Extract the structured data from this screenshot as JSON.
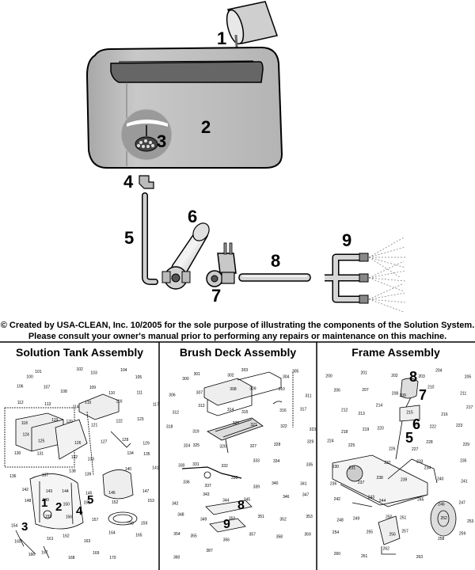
{
  "callouts": {
    "n1": "1",
    "n2": "2",
    "n3": "3",
    "n4": "4",
    "n5": "5",
    "n6": "6",
    "n7": "7",
    "n8": "8",
    "n9": "9"
  },
  "copyright": {
    "line1": "© Created by USA-CLEAN, Inc. 10/2005 for the sole purpose of illustrating the components of the Solution System.",
    "line2": "Please consult your owner's manual prior to performing any repairs or maintenance on this machine."
  },
  "panels": {
    "solution_tank": {
      "title": "Solution Tank Assembly",
      "callouts": [
        "1",
        "2",
        "3",
        "4",
        "5"
      ],
      "parts": [
        "100",
        "101",
        "102",
        "103",
        "104",
        "105",
        "106",
        "107",
        "108",
        "109",
        "110",
        "111",
        "112",
        "113",
        "114",
        "115",
        "116",
        "117",
        "118",
        "119",
        "120",
        "121",
        "122",
        "123",
        "124",
        "125",
        "126",
        "127",
        "128",
        "129",
        "130",
        "131",
        "132",
        "133",
        "134",
        "135",
        "136",
        "137",
        "138",
        "139",
        "140",
        "141",
        "142",
        "143",
        "144",
        "145",
        "146",
        "147",
        "148",
        "149",
        "150",
        "151",
        "152",
        "153",
        "154",
        "155",
        "156",
        "157",
        "158",
        "159",
        "160",
        "161",
        "162",
        "163",
        "164",
        "165",
        "166",
        "167",
        "168",
        "169",
        "170"
      ]
    },
    "brush_deck": {
      "title": "Brush Deck Assembly",
      "callouts": [
        "8",
        "9"
      ],
      "parts": [
        "300",
        "301",
        "302",
        "303",
        "304",
        "305",
        "306",
        "307",
        "308",
        "309",
        "310",
        "311",
        "312",
        "313",
        "314",
        "315",
        "316",
        "317",
        "318",
        "319",
        "320",
        "321",
        "322",
        "323",
        "324",
        "325",
        "326",
        "327",
        "328",
        "329",
        "330",
        "331",
        "332",
        "333",
        "334",
        "335",
        "336",
        "337",
        "338",
        "339",
        "340",
        "341",
        "342",
        "343",
        "344",
        "345",
        "346",
        "347",
        "348",
        "349",
        "350",
        "351",
        "352",
        "353",
        "354",
        "355",
        "356",
        "357",
        "358",
        "359",
        "360",
        "387"
      ]
    },
    "frame": {
      "title": "Frame Assembly",
      "callouts": [
        "8",
        "7",
        "6",
        "5"
      ],
      "parts": [
        "200",
        "201",
        "202",
        "203",
        "204",
        "205",
        "206",
        "207",
        "208",
        "209",
        "210",
        "211",
        "212",
        "213",
        "214",
        "215",
        "216",
        "217",
        "218",
        "219",
        "220",
        "221",
        "222",
        "223",
        "224",
        "225",
        "226",
        "227",
        "228",
        "229",
        "230",
        "231",
        "232",
        "233",
        "234",
        "235",
        "236",
        "237",
        "238",
        "239",
        "240",
        "241",
        "242",
        "243",
        "244",
        "245",
        "246",
        "247",
        "248",
        "249",
        "250",
        "251",
        "252",
        "253",
        "254",
        "255",
        "256",
        "257",
        "258",
        "259",
        "260",
        "261",
        "262",
        "263"
      ]
    }
  }
}
